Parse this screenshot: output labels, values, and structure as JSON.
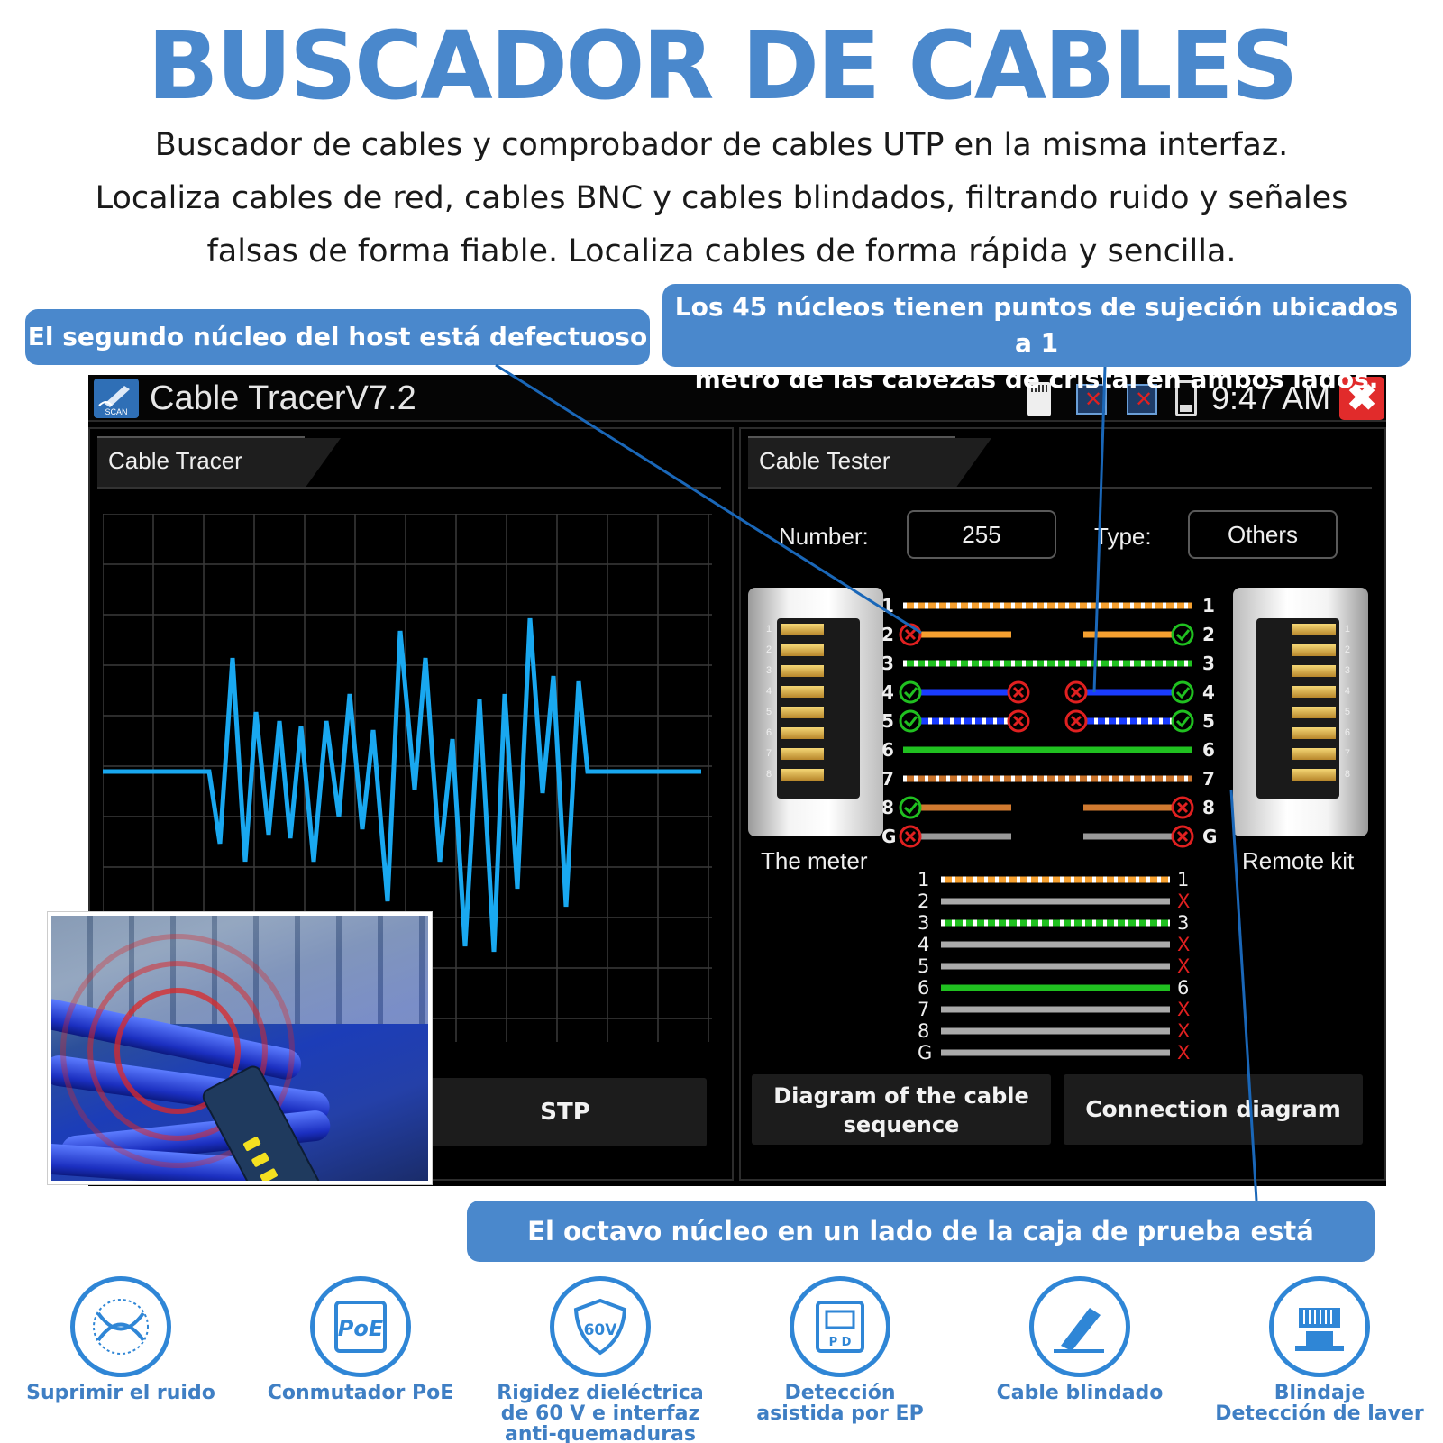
{
  "header": {
    "title": "BUSCADOR DE CABLES",
    "subtitle_lines": [
      "Buscador de cables y comprobador de cables UTP en la misma interfaz.",
      "Localiza cables de red, cables BNC y cables blindados, filtrando ruido y señales",
      "falsas de forma fiable. Localiza cables de forma rápida y sencilla."
    ]
  },
  "callouts": {
    "host_core": "El segundo núcleo del host está defectuoso",
    "clamp_points": [
      "Los 45 núcleos tienen puntos de sujeción ubicados a 1",
      "metro de las cabezas de cristal en ambos lados."
    ],
    "remote_core": "El octavo núcleo en un lado de la caja de prueba está defectuoso"
  },
  "device": {
    "app_icon_label": "SCAN",
    "app_title": "Cable TracerV7.2",
    "clock": "9:47 AM",
    "close_glyph": "✖",
    "status_icons": [
      "sd-card-icon",
      "network-error-icon",
      "network-error-icon",
      "battery-icon"
    ],
    "tracer": {
      "tab": "Cable Tracer",
      "stp_button": "STP"
    },
    "tester": {
      "tab": "Cable Tester",
      "number_label": "Number:",
      "number_value": "255",
      "type_label": "Type:",
      "type_value": "Others",
      "meter_label": "The meter",
      "remote_label": "Remote kit",
      "pin_labels": [
        "1",
        "2",
        "3",
        "4",
        "5",
        "6",
        "7",
        "8",
        "G"
      ],
      "connector_pins": [
        "1",
        "2",
        "3",
        "4",
        "5",
        "6",
        "7",
        "8"
      ],
      "sequence_left": [
        "1",
        "2",
        "3",
        "4",
        "5",
        "6",
        "7",
        "8",
        "G"
      ],
      "sequence_right": [
        "1",
        "X",
        "3",
        "X",
        "X",
        "6",
        "X",
        "X",
        "X"
      ],
      "diagram_button": [
        "Diagram of the cable",
        "sequence"
      ],
      "connection_button": "Connection diagram"
    }
  },
  "features": [
    {
      "icon": "noise-suppression-icon",
      "label": [
        "Suprimir el ruido"
      ]
    },
    {
      "icon": "poe-icon",
      "icon_text": "PoE",
      "label": [
        "Conmutador PoE"
      ]
    },
    {
      "icon": "shield-60v-icon",
      "icon_text": "60V",
      "label": [
        "Rigidez dieléctrica",
        "de 60 V e interfaz",
        "anti-quemaduras"
      ]
    },
    {
      "icon": "pd-port-icon",
      "icon_text": "P D",
      "label": [
        "Detección",
        "asistida por EP"
      ]
    },
    {
      "icon": "shielded-cable-icon",
      "label": [
        "Cable blindado"
      ]
    },
    {
      "icon": "connector-shield-icon",
      "label": [
        "Blindaje",
        "Detección de laver"
      ]
    }
  ],
  "colors": {
    "brand_blue": "#4a88cc",
    "wave_blue": "#19a8f0",
    "error_red": "#e02020",
    "ok_green": "#20c020"
  }
}
